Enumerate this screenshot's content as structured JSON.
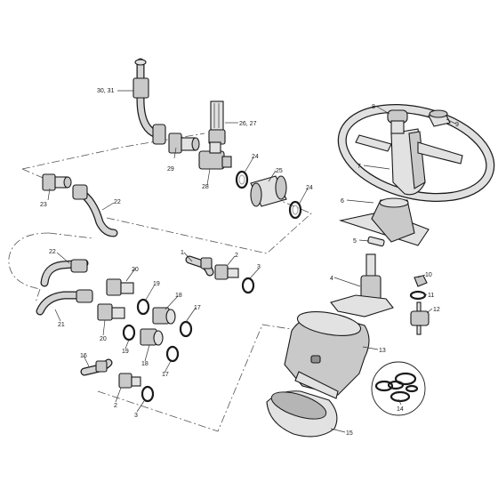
{
  "callouts": {
    "c30_31": "30, 31",
    "c26_27": "26, 27",
    "c29": "29",
    "c28": "28",
    "c24a": "24",
    "c25": "25",
    "c24b": "24",
    "c23": "23",
    "c22a": "22",
    "c22b": "22",
    "c21": "21",
    "c20a": "20",
    "c20b": "20",
    "c19a": "19",
    "c19b": "19",
    "c18a": "18",
    "c18b": "18",
    "c17a": "17",
    "c17b": "17",
    "c16": "16",
    "c1": "1",
    "c2a": "2",
    "c2b": "2",
    "c3a": "3",
    "c3b": "3",
    "c4": "4",
    "c5": "5",
    "c6": "6",
    "c7": "7",
    "c8": "8",
    "c9": "9",
    "c10": "10",
    "c11": "11",
    "c12": "12",
    "c13": "13",
    "c14": "14",
    "c15": "15"
  }
}
